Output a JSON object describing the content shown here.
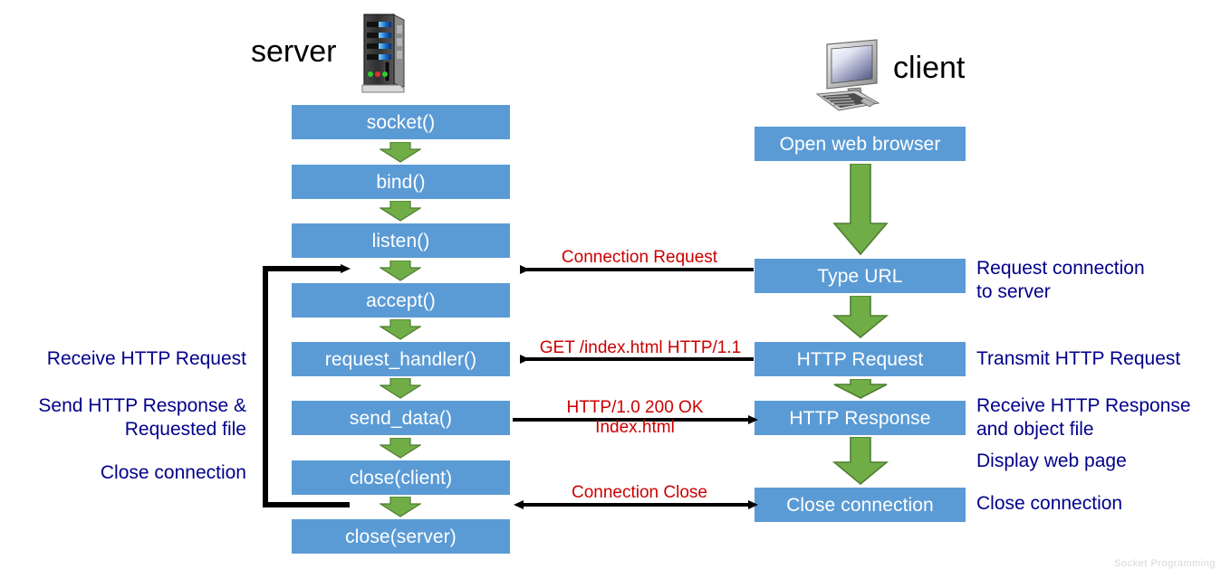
{
  "diagram": {
    "title": "HTTP client-server socket interaction",
    "colors": {
      "node_fill": "#5B9BD5",
      "node_text": "#FFFFFF",
      "arrow_green": "#70AD47",
      "arrow_green_stroke": "#4E7E30",
      "message_red": "#CC0000",
      "annotation_blue": "#00008B",
      "wire_black": "#000000",
      "background": "#FFFFFF"
    },
    "endpoints": {
      "server_label": "server",
      "client_label": "client",
      "server_icon": "server-tower-icon",
      "client_icon": "desktop-computer-icon"
    },
    "server_column": {
      "nodes": [
        {
          "id": "socket",
          "label": "socket()"
        },
        {
          "id": "bind",
          "label": "bind()"
        },
        {
          "id": "listen",
          "label": "listen()"
        },
        {
          "id": "accept",
          "label": "accept()"
        },
        {
          "id": "request_handler",
          "label": "request_handler()"
        },
        {
          "id": "send_data",
          "label": "send_data()"
        },
        {
          "id": "close_client",
          "label": "close(client)"
        },
        {
          "id": "close_server",
          "label": "close(server)"
        }
      ],
      "loop_back": {
        "name": "server-loop-back-arrow",
        "from": "close(client)",
        "to": "accept()"
      }
    },
    "client_column": {
      "nodes": [
        {
          "id": "open_web_browser",
          "label": "Open web browser"
        },
        {
          "id": "type_url",
          "label": "Type URL"
        },
        {
          "id": "http_request",
          "label": "HTTP Request"
        },
        {
          "id": "http_response",
          "label": "HTTP Response"
        },
        {
          "id": "close_connection",
          "label": "Close connection"
        }
      ]
    },
    "messages": [
      {
        "id": "conn_request",
        "text": "Connection Request",
        "direction": "client-to-server"
      },
      {
        "id": "get_index",
        "text": "GET /index.html HTTP/1.1",
        "direction": "client-to-server"
      },
      {
        "id": "http_200",
        "text": "HTTP/1.0 200 OK\nIndex.html",
        "direction": "server-to-client"
      },
      {
        "id": "conn_close",
        "text": "Connection Close",
        "direction": "bidirectional"
      }
    ],
    "left_annotations": [
      {
        "id": "recv_req",
        "text": "Receive HTTP Request"
      },
      {
        "id": "send_resp",
        "text": "Send HTTP Response &\nRequested file"
      },
      {
        "id": "close_conn",
        "text": "Close connection"
      }
    ],
    "right_annotations": [
      {
        "id": "req_conn",
        "text": "Request connection\nto server"
      },
      {
        "id": "trans_req",
        "text": "Transmit HTTP Request"
      },
      {
        "id": "recv_resp",
        "text": "Receive HTTP Response\nand object file"
      },
      {
        "id": "display",
        "text": "Display web page"
      },
      {
        "id": "close_conn",
        "text": "Close connection"
      }
    ],
    "footer_ghost": "Socket Programming"
  }
}
